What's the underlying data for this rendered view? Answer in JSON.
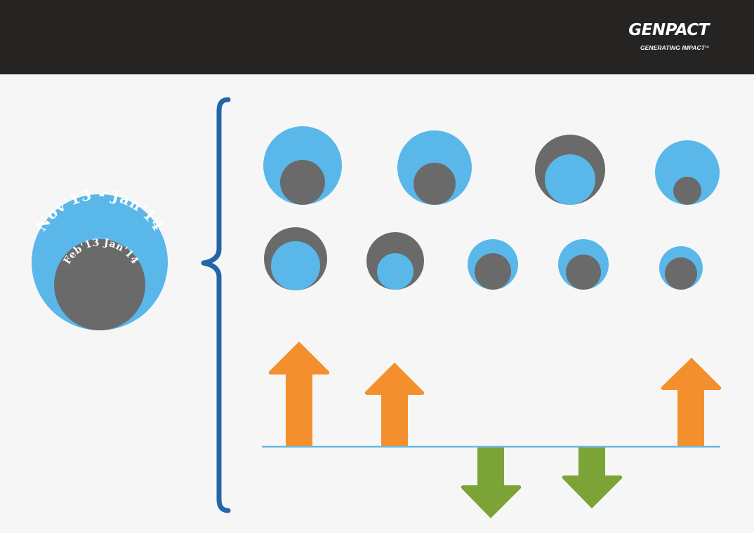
{
  "header": {
    "brand": "GENPACT",
    "tagline": "GENERATING IMPACT",
    "tagline_mark": "SM"
  },
  "legend": {
    "outer_label": "Nov'13 - Jan'14",
    "inner_label": "Feb'13 Jan'14"
  },
  "colors": {
    "header_bg": "#252423",
    "page_bg": "#f6f6f6",
    "blue": "#59b8e9",
    "gray": "#6a6a6a",
    "bracket": "#2466a8",
    "orange": "#f3902d",
    "green": "#7ca335",
    "baseline": "#6ab8e2"
  },
  "icons": [
    "curly-brace-icon",
    "arrow-up-icon",
    "arrow-down-icon"
  ]
}
